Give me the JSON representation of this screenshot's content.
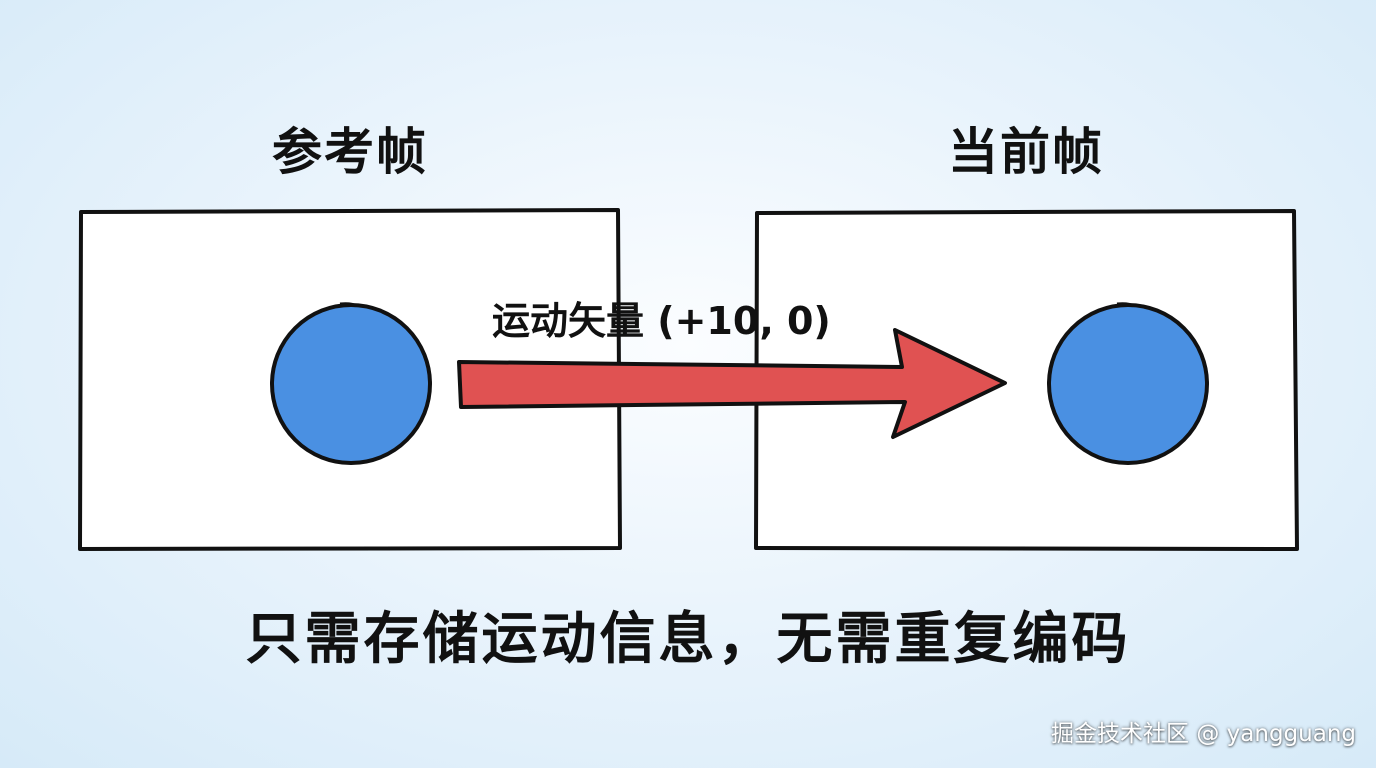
{
  "reference_frame": {
    "title": "参考帧"
  },
  "current_frame": {
    "title": "当前帧"
  },
  "motion_vector": {
    "label": "运动矢量 (+10, 0)"
  },
  "caption": "只需存储运动信息，无需重复编码",
  "watermark": "掘金技术社区 @ yangguang",
  "colors": {
    "object_fill": "#4a90e2",
    "arrow_fill": "#e05252",
    "outline": "#111111",
    "frame_fill": "#ffffff"
  }
}
